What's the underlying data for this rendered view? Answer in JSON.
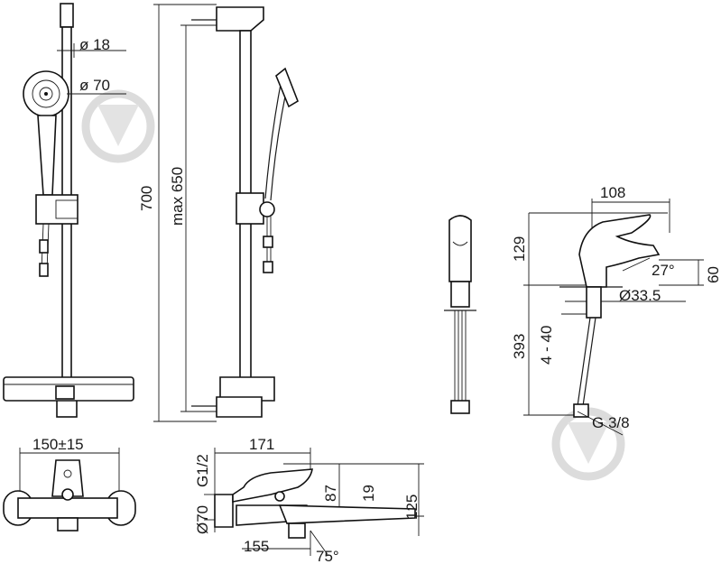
{
  "dimensions": {
    "diameter_hose": "ø 18",
    "diameter_head": "ø 70",
    "bar_length": "700",
    "slider_range": "max 650",
    "spout_width": "108",
    "body_height": "129",
    "spout_angle": "27°",
    "spout_offset": "60",
    "base_diameter": "Ø33.5",
    "hose_length": "393",
    "deck_thickness": "4 - 40",
    "connection_thread": "G 3/8",
    "wall_spacing": "150±15",
    "bath_depth": "171",
    "inlet_thread": "G1/2",
    "escutcheon_diameter": "Ø70",
    "lever_height": "87",
    "outlet_drop": "19",
    "overall_height": "125",
    "spout_reach": "155",
    "swivel_angle": "75°"
  }
}
